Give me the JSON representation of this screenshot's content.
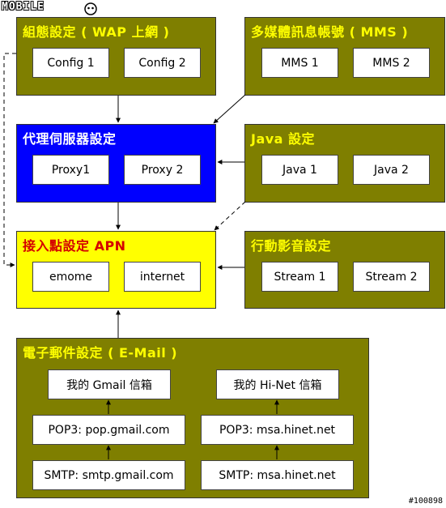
{
  "watermark": {
    "logo_text": "MOBILE",
    "id_text": "#100898"
  },
  "groups": {
    "wap": {
      "title": "組態設定 ( WAP 上網 )",
      "items": [
        "Config 1",
        "Config 2"
      ]
    },
    "mms": {
      "title": "多媒體訊息帳號 ( MMS )",
      "items": [
        "MMS 1",
        "MMS 2"
      ]
    },
    "proxy": {
      "title": "代理伺服器設定",
      "items": [
        "Proxy1",
        "Proxy 2"
      ]
    },
    "java": {
      "title": "Java 設定",
      "items": [
        "Java 1",
        "Java 2"
      ]
    },
    "apn": {
      "title": "接入點設定 APN",
      "items": [
        "emome",
        "internet"
      ]
    },
    "stream": {
      "title": "行動影音設定",
      "items": [
        "Stream 1",
        "Stream 2"
      ]
    },
    "email": {
      "title": "電子郵件設定 ( E-Mail )",
      "gmail": {
        "inbox": "我的 Gmail 信箱",
        "pop3": "POP3: pop.gmail.com",
        "smtp": "SMTP: smtp.gmail.com"
      },
      "hinet": {
        "inbox": "我的 Hi-Net 信箱",
        "pop3": "POP3: msa.hinet.net",
        "smtp": "SMTP: msa.hinet.net"
      }
    }
  },
  "colors": {
    "olive": "#7f7f00",
    "blue": "#0000ff",
    "yellow": "#ffff00"
  }
}
